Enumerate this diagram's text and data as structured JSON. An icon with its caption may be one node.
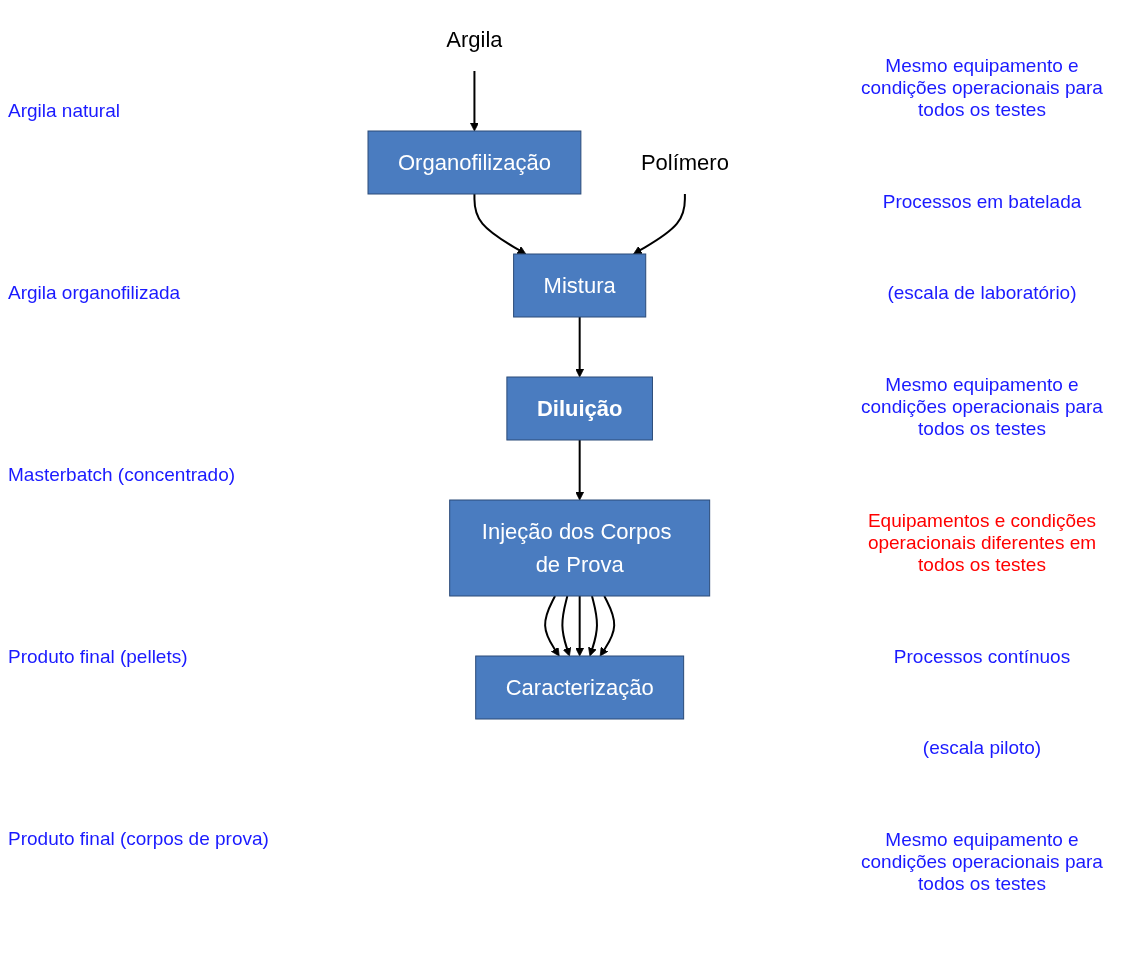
{
  "diagram": {
    "nodes": [
      {
        "text": [
          "Argila"
        ]
      },
      {
        "text": [
          "Polímero"
        ]
      },
      {
        "text": [
          "Organofilização"
        ]
      },
      {
        "text": [
          "Mistura"
        ]
      },
      {
        "text": [
          "Diluição"
        ]
      },
      {
        "text": [
          "Injeção dos Corpos de Prova"
        ]
      },
      {
        "text": [
          "Caracterização"
        ]
      }
    ],
    "edges": [
      {
        "from": 0,
        "to": 2,
        "arrow": "to"
      },
      {
        "from": 2,
        "to": 3,
        "arrow": "to"
      },
      {
        "from": 1,
        "to": 3,
        "arrow": "to"
      },
      {
        "from": 3,
        "to": 4,
        "arrow": "to"
      },
      {
        "from": 4,
        "to": 5,
        "arrow": "to"
      },
      {
        "from": 5,
        "to": 6,
        "arrow": "to"
      },
      {
        "from": 5,
        "to": 6,
        "arrow": "to"
      },
      {
        "from": 5,
        "to": 6,
        "arrow": "to"
      },
      {
        "from": 5,
        "to": 6,
        "arrow": "to"
      },
      {
        "from": 5,
        "to": 6,
        "arrow": "to"
      }
    ],
    "labels": [
      "Argila natural",
      "Mesmo equipamento e condições operacionais para todos os testes",
      "Processos em batelada",
      "(escala de laboratório)",
      "Argila organofilizada",
      "Mesmo equipamento e condições operacionais para todos os testes",
      "Masterbatch (concentrado)",
      "Equipamentos e condições operacionais diferentes em todos os testes",
      "Processos contínuos",
      "(escala piloto)",
      "Produto final (pellets)",
      "Produto final (corpos de prova)",
      "Mesmo equipamento e condições operacionais para todos os testes"
    ]
  }
}
